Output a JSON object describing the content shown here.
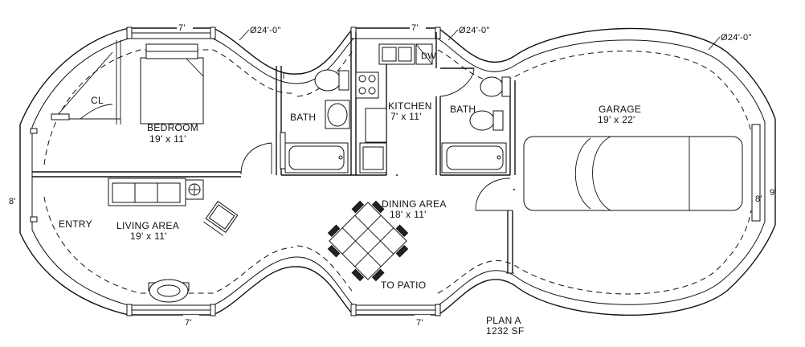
{
  "dimensions": {
    "top_left_width": "7'",
    "top_mid_width": "7'",
    "bottom_left_width": "7'",
    "bottom_mid_width": "7'",
    "dome_dia_1": "Ø24'-0\"",
    "dome_dia_2": "Ø24'-0\"",
    "dome_dia_3": "Ø24'-0\"",
    "left_end_width": "8'",
    "garage_door_width": "8'",
    "right_end_width": "9'"
  },
  "rooms": {
    "bedroom": {
      "name": "BEDROOM",
      "size": "19' x 11'"
    },
    "closet": {
      "name": "CL"
    },
    "bath1": {
      "name": "BATH"
    },
    "kitchen": {
      "name": "KITCHEN",
      "size": "7' x 11'"
    },
    "dishwasher": {
      "name": "DW"
    },
    "bath2": {
      "name": "BATH"
    },
    "garage": {
      "name": "GARAGE",
      "size": "19' x 22'"
    },
    "entry": {
      "name": "ENTRY"
    },
    "living": {
      "name": "LIVING AREA",
      "size": "19' x 11'"
    },
    "dining": {
      "name": "DINING AREA",
      "size": "18' x 11'"
    },
    "patio": {
      "name": "TO PATIO"
    }
  },
  "plan": {
    "name": "PLAN A",
    "area": "1232 SF"
  }
}
